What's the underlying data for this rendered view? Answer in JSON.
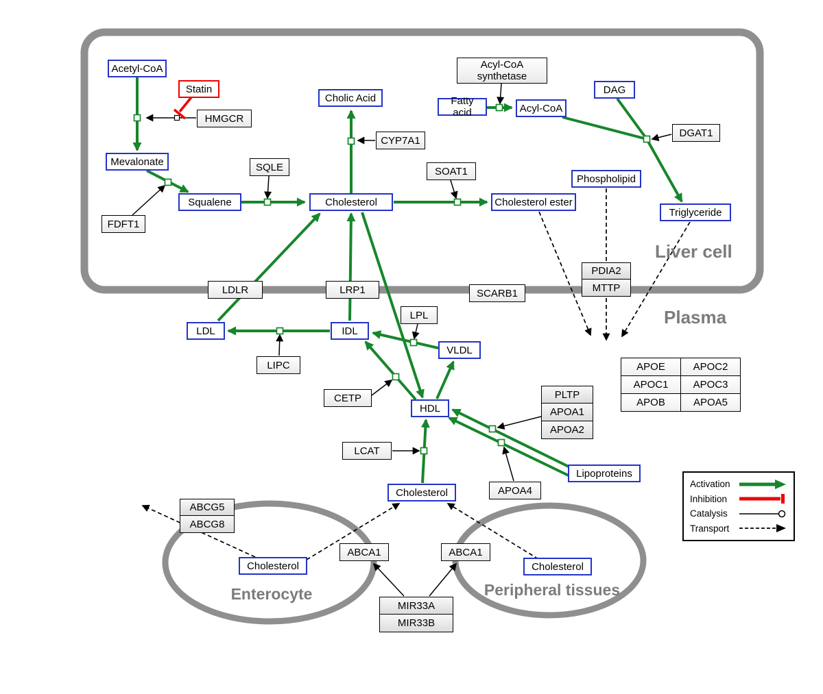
{
  "colors": {
    "activation_green": "#17862b",
    "inhibition_red": "#ee0000",
    "metabolite_blue": "#2433c8",
    "membrane_gray": "#8f8f8f"
  },
  "liver_cell": {
    "label": "Liver cell",
    "acetyl_coa": "Acetyl-CoA",
    "statin": "Statin",
    "hmgcr": "HMGCR",
    "mevalonate": "Mevalonate",
    "fdft1": "FDFT1",
    "squalene": "Squalene",
    "sqle": "SQLE",
    "cholic_acid": "Cholic Acid",
    "cyp7a1": "CYP7A1",
    "cholesterol": "Cholesterol",
    "soat1": "SOAT1",
    "cholesterol_ester": "Cholesterol ester",
    "acyl_coa_synthetase": "Acyl-CoA synthetase",
    "fatty_acid": "Fatty acid",
    "acyl_coa": "Acyl-CoA",
    "dag": "DAG",
    "dgat1": "DGAT1",
    "phospholipid": "Phospholipid",
    "triglyceride": "Triglyceride"
  },
  "membrane": {
    "ldlr": "LDLR",
    "lrp1": "LRP1",
    "scarb1": "SCARB1",
    "pdia2": "PDIA2",
    "mttp": "MTTP"
  },
  "plasma": {
    "label": "Plasma",
    "ldl": "LDL",
    "idl": "IDL",
    "lipc": "LIPC",
    "lpl": "LPL",
    "vldl": "VLDL",
    "cetp": "CETP",
    "hdl": "HDL",
    "pltp": "PLTP",
    "apoa1": "APOA1",
    "apoa2": "APOA2",
    "lcat": "LCAT",
    "apoa4": "APOA4",
    "lipoproteins": "Lipoproteins",
    "cholesterol": "Cholesterol",
    "apo_table": [
      [
        "APOE",
        "APOC2"
      ],
      [
        "APOC1",
        "APOC3"
      ],
      [
        "APOB",
        "APOA5"
      ]
    ]
  },
  "enterocyte": {
    "label": "Enterocyte",
    "abcg5": "ABCG5",
    "abcg8": "ABCG8",
    "cholesterol": "Cholesterol",
    "abca1": "ABCA1"
  },
  "peripheral": {
    "label": "Peripheral tissues",
    "cholesterol": "Cholesterol",
    "abca1": "ABCA1"
  },
  "mirna": {
    "mir33a": "MIR33A",
    "mir33b": "MIR33B"
  },
  "legend": {
    "activation": "Activation",
    "inhibition": "Inhibition",
    "catalysis": "Catalysis",
    "transport": "Transport"
  }
}
